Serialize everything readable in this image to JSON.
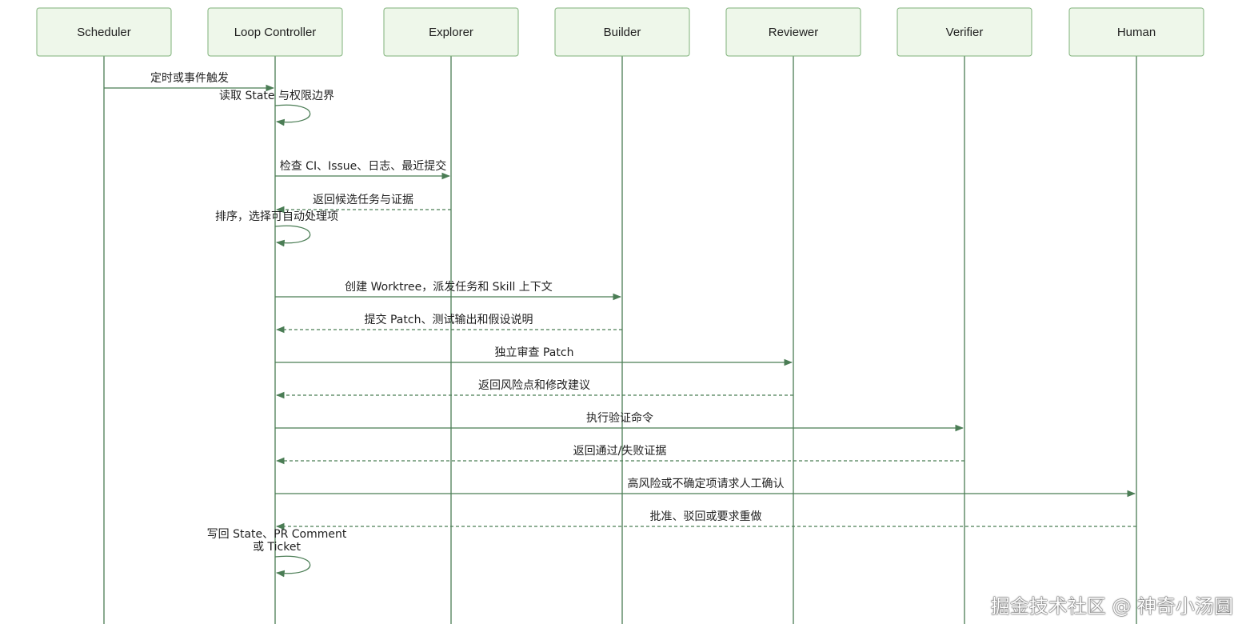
{
  "participants": [
    "Scheduler",
    "Loop Controller",
    "Explorer",
    "Builder",
    "Reviewer",
    "Verifier",
    "Human"
  ],
  "messages": [
    {
      "from": "Scheduler",
      "to": "Loop Controller",
      "text": [
        "定时或事件触发"
      ],
      "style": "solid"
    },
    {
      "from": "Loop Controller",
      "to": "Loop Controller",
      "text": [
        "读取 State 与权限边界"
      ],
      "style": "self"
    },
    {
      "from": "Loop Controller",
      "to": "Explorer",
      "text": [
        "检查 CI、Issue、日志、最近提交"
      ],
      "style": "solid"
    },
    {
      "from": "Explorer",
      "to": "Loop Controller",
      "text": [
        "返回候选任务与证据"
      ],
      "style": "dashed"
    },
    {
      "from": "Loop Controller",
      "to": "Loop Controller",
      "text": [
        "排序，选择可自动处理项"
      ],
      "style": "self"
    },
    {
      "from": "Loop Controller",
      "to": "Builder",
      "text": [
        "创建 Worktree，派发任务和 Skill 上下文"
      ],
      "style": "solid"
    },
    {
      "from": "Builder",
      "to": "Loop Controller",
      "text": [
        "提交 Patch、测试输出和假设说明"
      ],
      "style": "dashed"
    },
    {
      "from": "Loop Controller",
      "to": "Reviewer",
      "text": [
        "独立审查 Patch"
      ],
      "style": "solid"
    },
    {
      "from": "Reviewer",
      "to": "Loop Controller",
      "text": [
        "返回风险点和修改建议"
      ],
      "style": "dashed"
    },
    {
      "from": "Loop Controller",
      "to": "Verifier",
      "text": [
        "执行验证命令"
      ],
      "style": "solid"
    },
    {
      "from": "Verifier",
      "to": "Loop Controller",
      "text": [
        "返回通过/失败证据"
      ],
      "style": "dashed"
    },
    {
      "from": "Loop Controller",
      "to": "Human",
      "text": [
        "高风险或不确定项请求人工确认"
      ],
      "style": "solid"
    },
    {
      "from": "Human",
      "to": "Loop Controller",
      "text": [
        "批准、驳回或要求重做"
      ],
      "style": "dashed"
    },
    {
      "from": "Loop Controller",
      "to": "Loop Controller",
      "text": [
        "写回 State、PR Comment",
        "或 Ticket"
      ],
      "style": "self"
    }
  ],
  "watermark": "掘金技术社区 @ 神奇小汤圆",
  "colors": {
    "actor_fill": "#eef7ea",
    "actor_stroke": "#7fb27a",
    "line": "#4b7d55"
  }
}
